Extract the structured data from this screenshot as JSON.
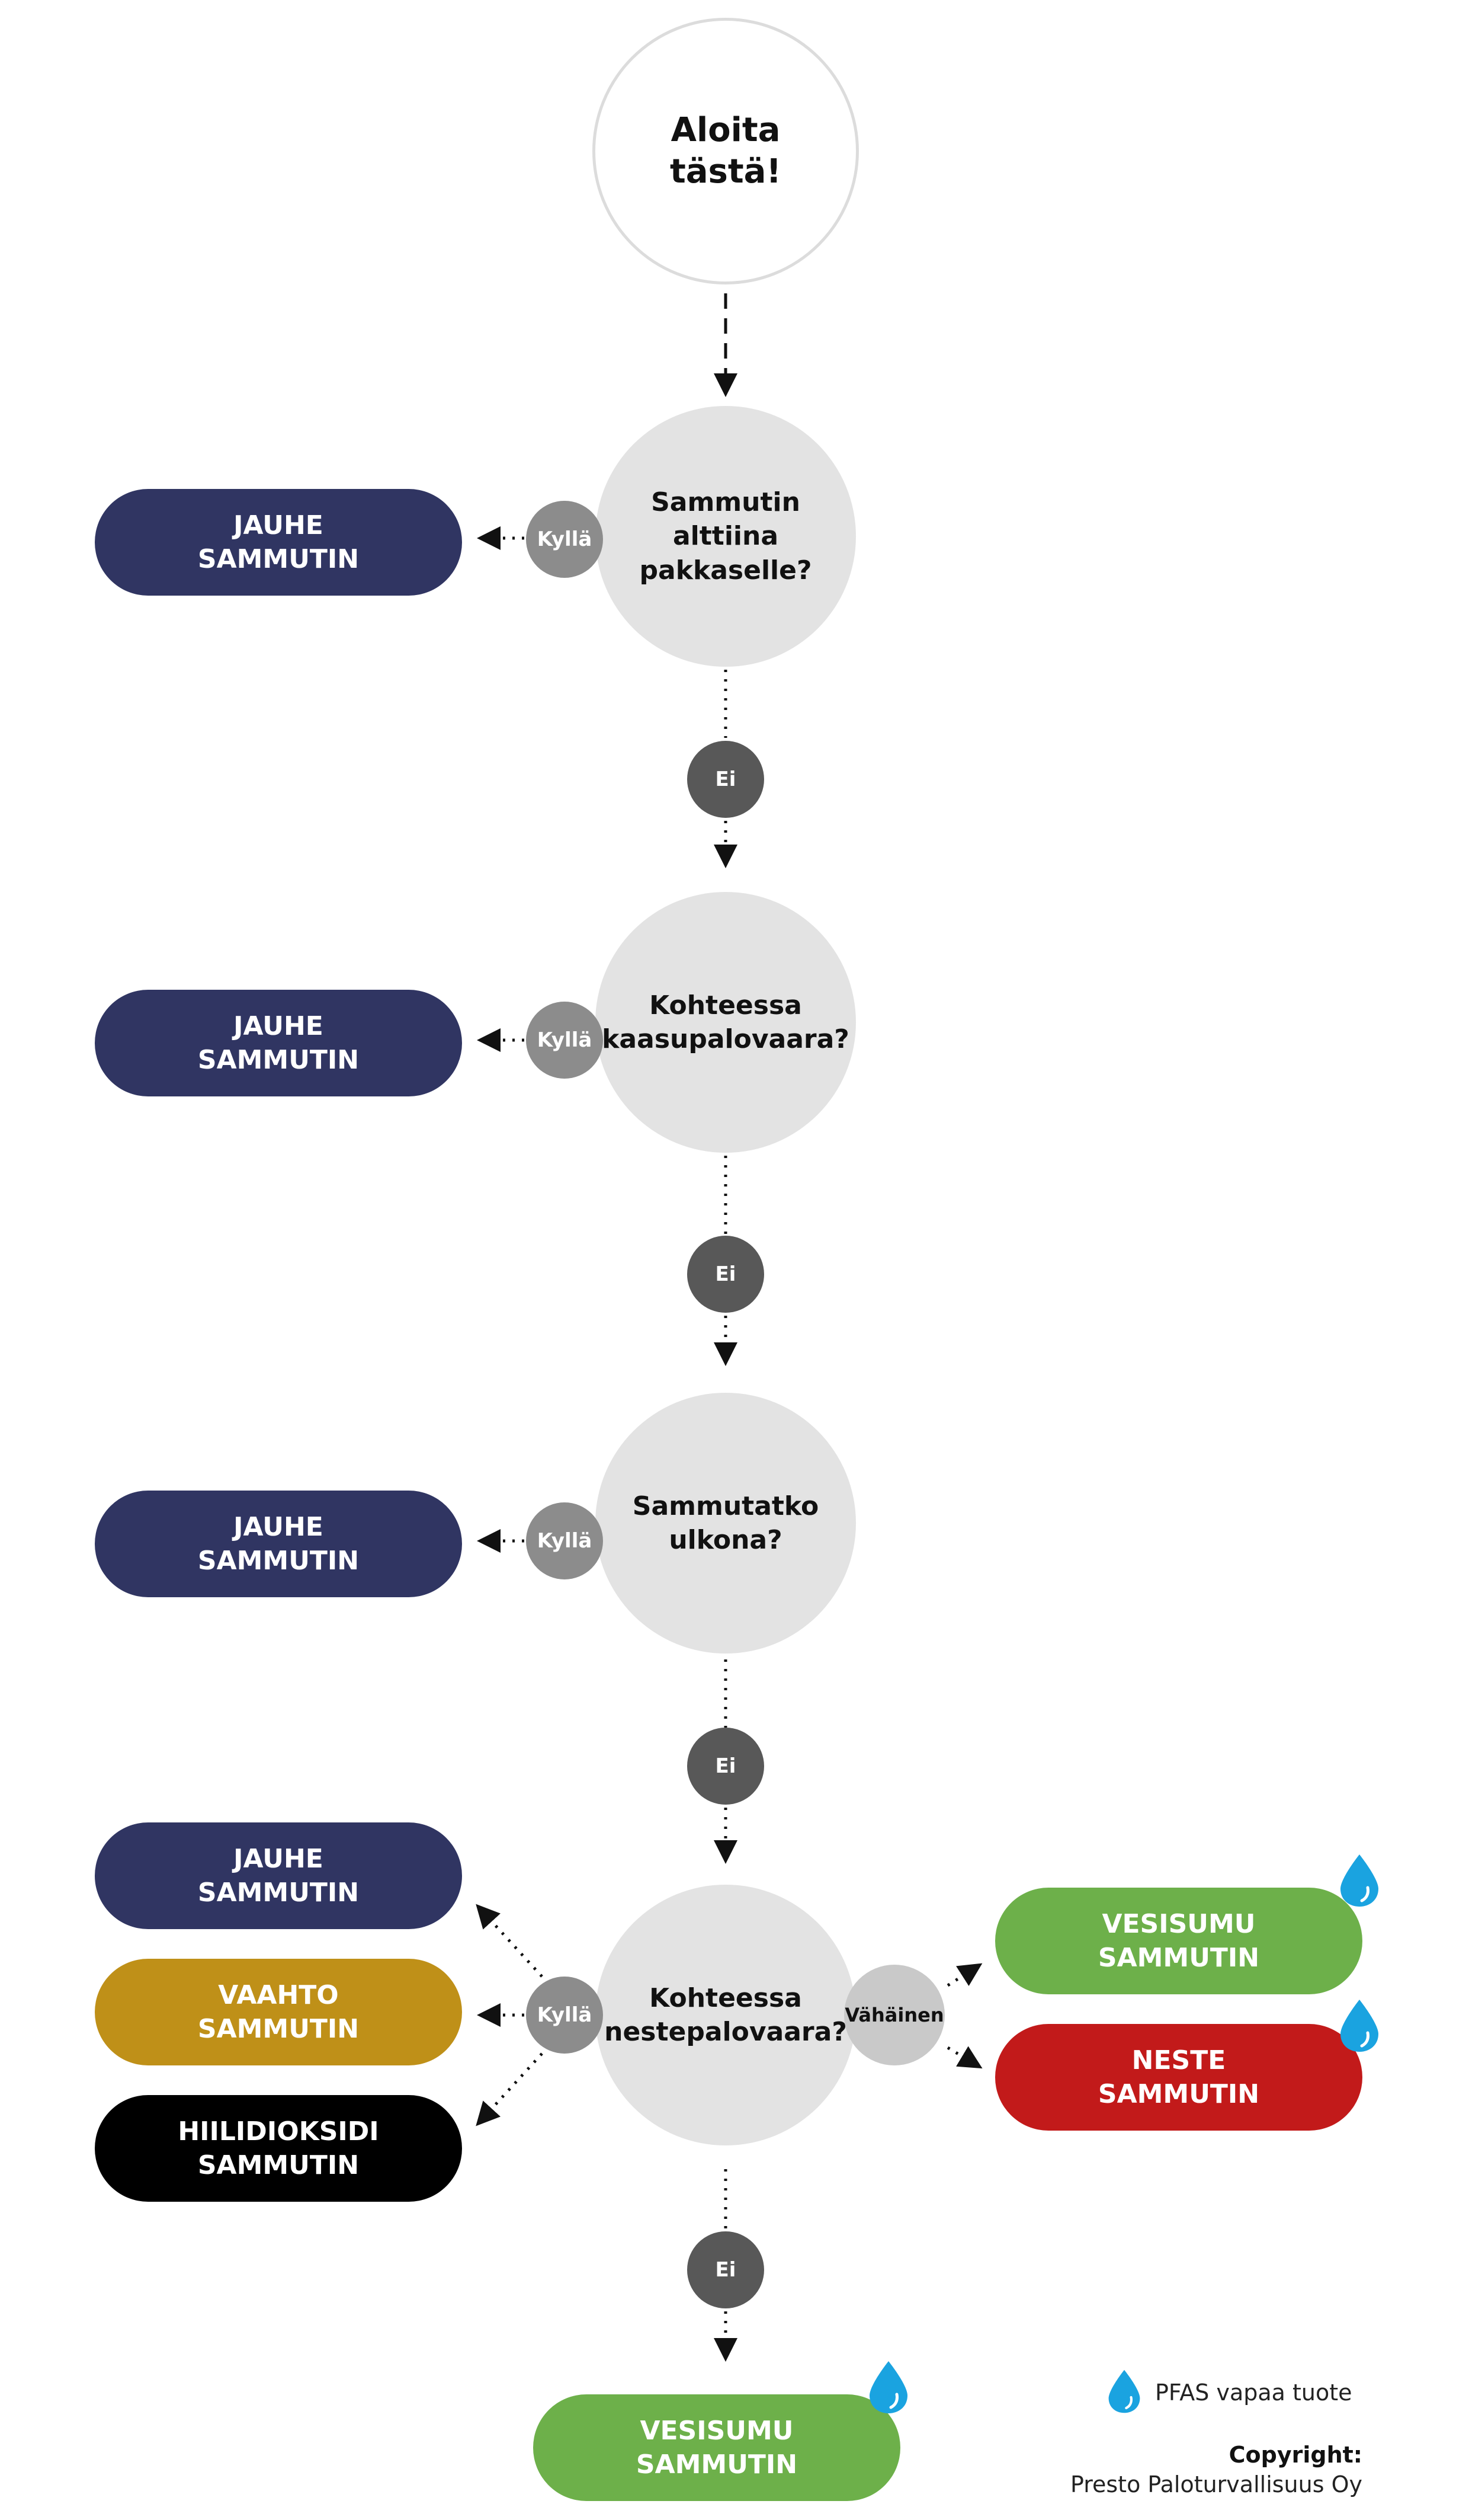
{
  "start": {
    "label": "Aloita\ntästä!"
  },
  "questions": [
    {
      "label": "Sammutin alttiina\npakkaselle?"
    },
    {
      "label": "Kohteessa\nkaasupalovaara?"
    },
    {
      "label": "Sammutatko\nulkona?"
    },
    {
      "label": "Kohteessa\nnestepalovaara?"
    }
  ],
  "yes_label": "Kyllä",
  "no_label": "Ei",
  "minor_label": "Vähäinen",
  "outcomes": {
    "q1_yes": "JAUHE\nSAMMUTIN",
    "q2_yes": "JAUHE\nSAMMUTIN",
    "q3_yes": "JAUHE\nSAMMUTIN",
    "q4_yes": [
      "JAUHE\nSAMMUTIN",
      "VAAHTO\nSAMMUTIN",
      "HIILIDIOKSIDI\nSAMMUTIN"
    ],
    "q4_minor": [
      "VESISUMU\nSAMMUTIN",
      "NESTE\nSAMMUTIN"
    ],
    "q4_no": "VESISUMU\nSAMMUTIN"
  },
  "legend": {
    "pfas": "PFAS vapaa tuote",
    "icon": "water-drop-icon"
  },
  "copyright": {
    "title": "Copyright:",
    "name": "Presto Paloturvallisuus Oy"
  },
  "colors": {
    "navy": "#303562",
    "gold": "#bf9018",
    "black": "#000000",
    "green": "#6db04a",
    "red": "#c21a1a",
    "drop": "#1aa3e0",
    "question": "#e3e3e3",
    "yes_badge": "#8c8c8c",
    "no_badge": "#585858"
  }
}
